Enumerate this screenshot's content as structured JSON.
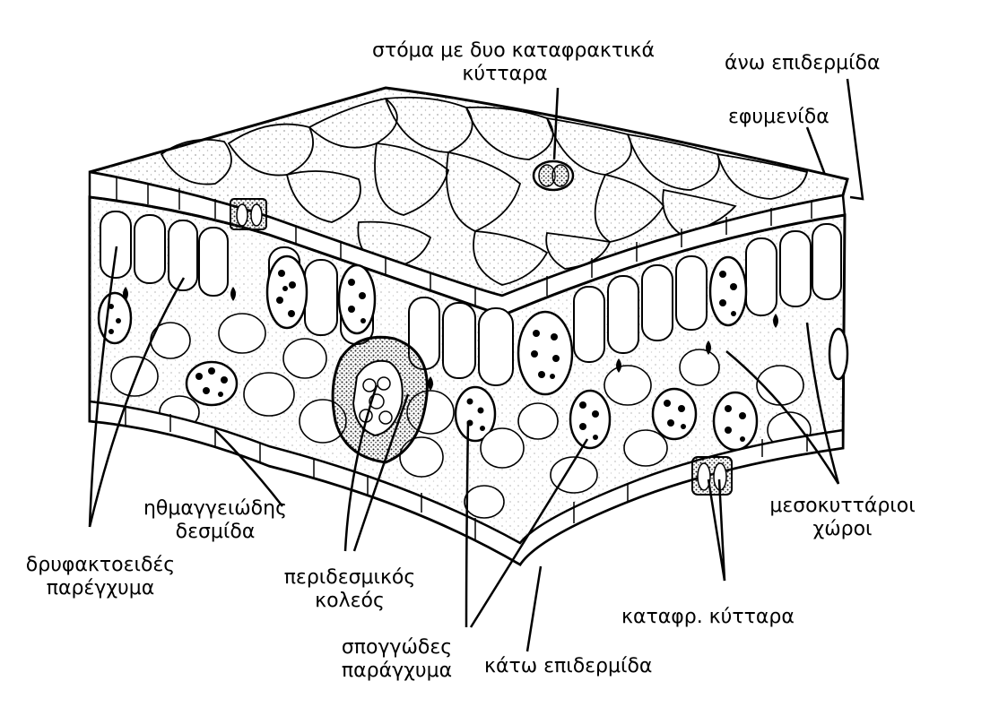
{
  "diagram": {
    "labels": {
      "stoma": {
        "line1": "στόμα με δυο καταφρακτικά",
        "line2": "κύτταρα"
      },
      "upper_epidermis": "άνω επιδερμίδα",
      "cuticle": "εφυμενίδα",
      "vascular_bundle": {
        "line1": "ηθμαγγειώδης",
        "line2": "δεσμίδα"
      },
      "intercellular_spaces": {
        "line1": "μεσοκυττάριοι",
        "line2": "χώροι"
      },
      "palisade": {
        "line1": "δρυφακτοειδές",
        "line2": "παρέγχυμα"
      },
      "bundle_sheath": {
        "line1": "περιδεσμικός",
        "line2": "κολεός"
      },
      "guard_cells": "καταφρ. κύτταρα",
      "spongy": {
        "line1": "σπογγώδες",
        "line2": "παράγχυμα"
      },
      "lower_epidermis": "κάτω επιδερμίδα"
    },
    "colors": {
      "ink": "#000000",
      "paper": "#ffffff",
      "stipple": "#8a8a8a"
    }
  }
}
